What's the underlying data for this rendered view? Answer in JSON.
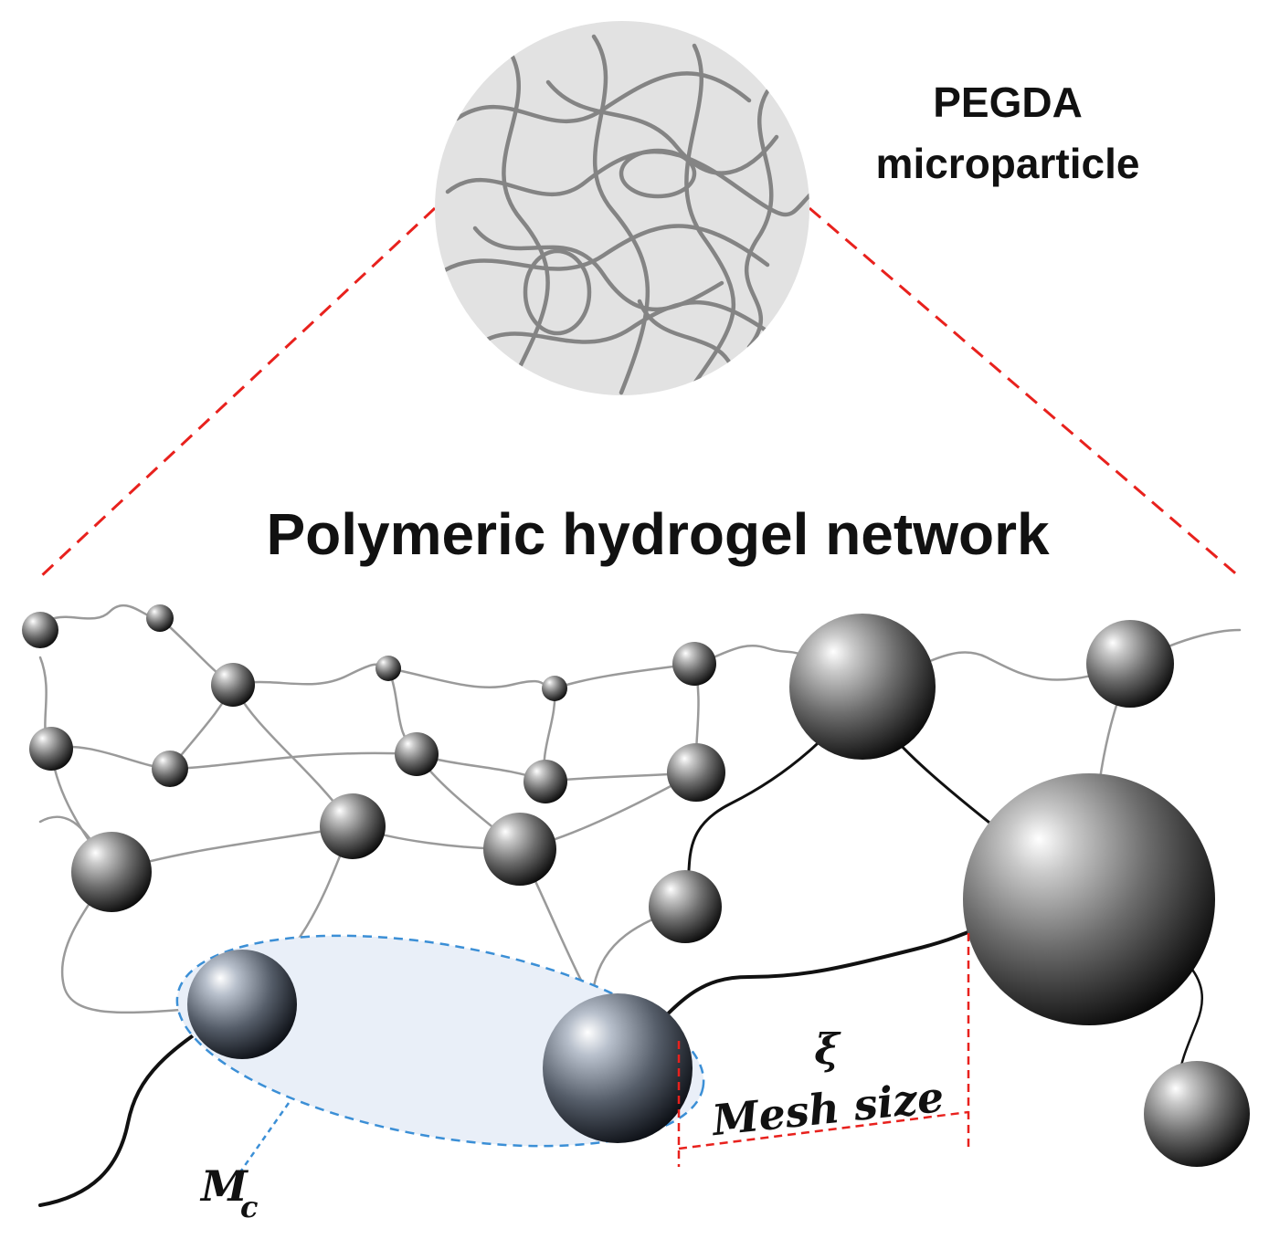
{
  "labels": {
    "particle_line1": "PEGDA",
    "particle_line2": "microparticle",
    "network_title": "Polymeric hydrogel network",
    "xi_symbol": "ξ",
    "mesh_size": "Mesh size",
    "mc_main": "M",
    "mc_sub": "c"
  },
  "colors": {
    "zoom_dashes": "#e8211d",
    "mc_outline": "#3b8fd6",
    "mc_fill": "#e9eff8",
    "mesh_dashes": "#e8211d",
    "particle_fill": "#e2e2e2",
    "particle_mesh": "#7a7a7a"
  }
}
